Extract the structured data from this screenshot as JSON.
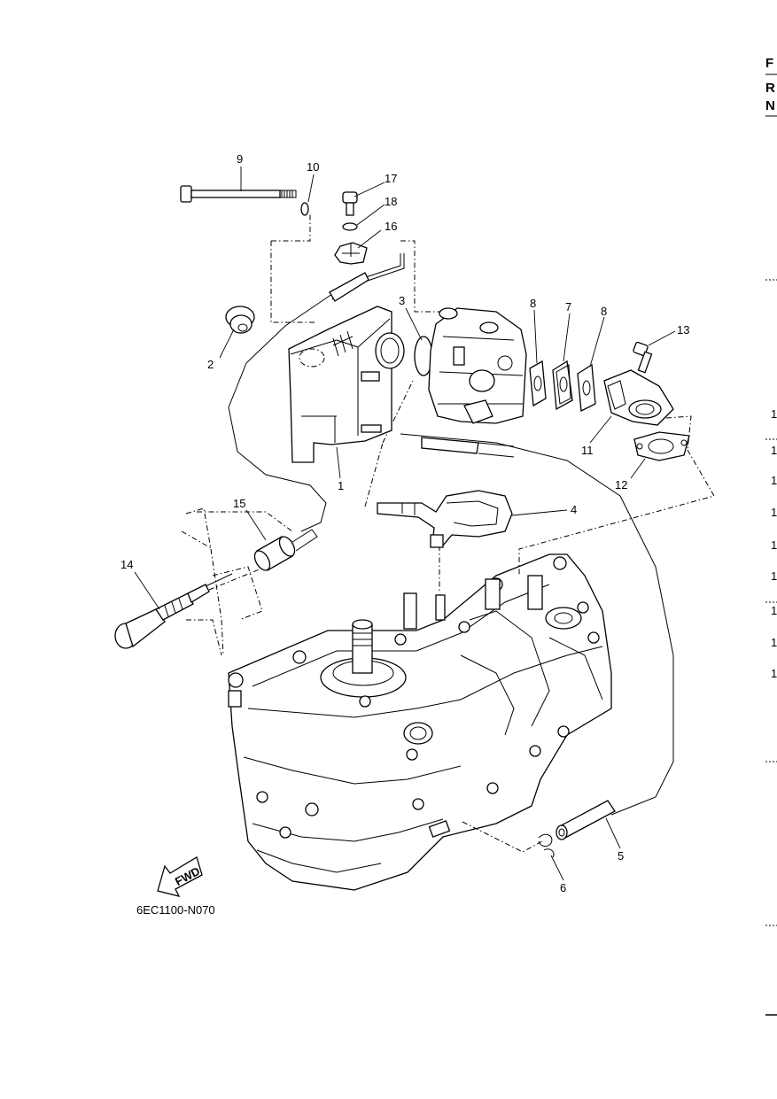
{
  "callouts": {
    "c1": "1",
    "c2": "2",
    "c3": "3",
    "c4": "4",
    "c5": "5",
    "c6": "6",
    "c7": "7",
    "c8a": "8",
    "c8b": "8",
    "c9": "9",
    "c10": "10",
    "c11": "11",
    "c12": "12",
    "c13": "13",
    "c14": "14",
    "c15": "15",
    "c16": "16",
    "c17": "17",
    "c18": "18"
  },
  "figure_code": "6EC1100-N070",
  "fwd_label": "FWD",
  "edge_text": {
    "f": "F",
    "r": "R",
    "n": "N",
    "one_a": "1",
    "one_b": "1",
    "one_c": "1",
    "one_d": "1",
    "one_e": "1",
    "one_f": "1",
    "one_g": "1",
    "one_h": "1",
    "one_i": "1"
  }
}
